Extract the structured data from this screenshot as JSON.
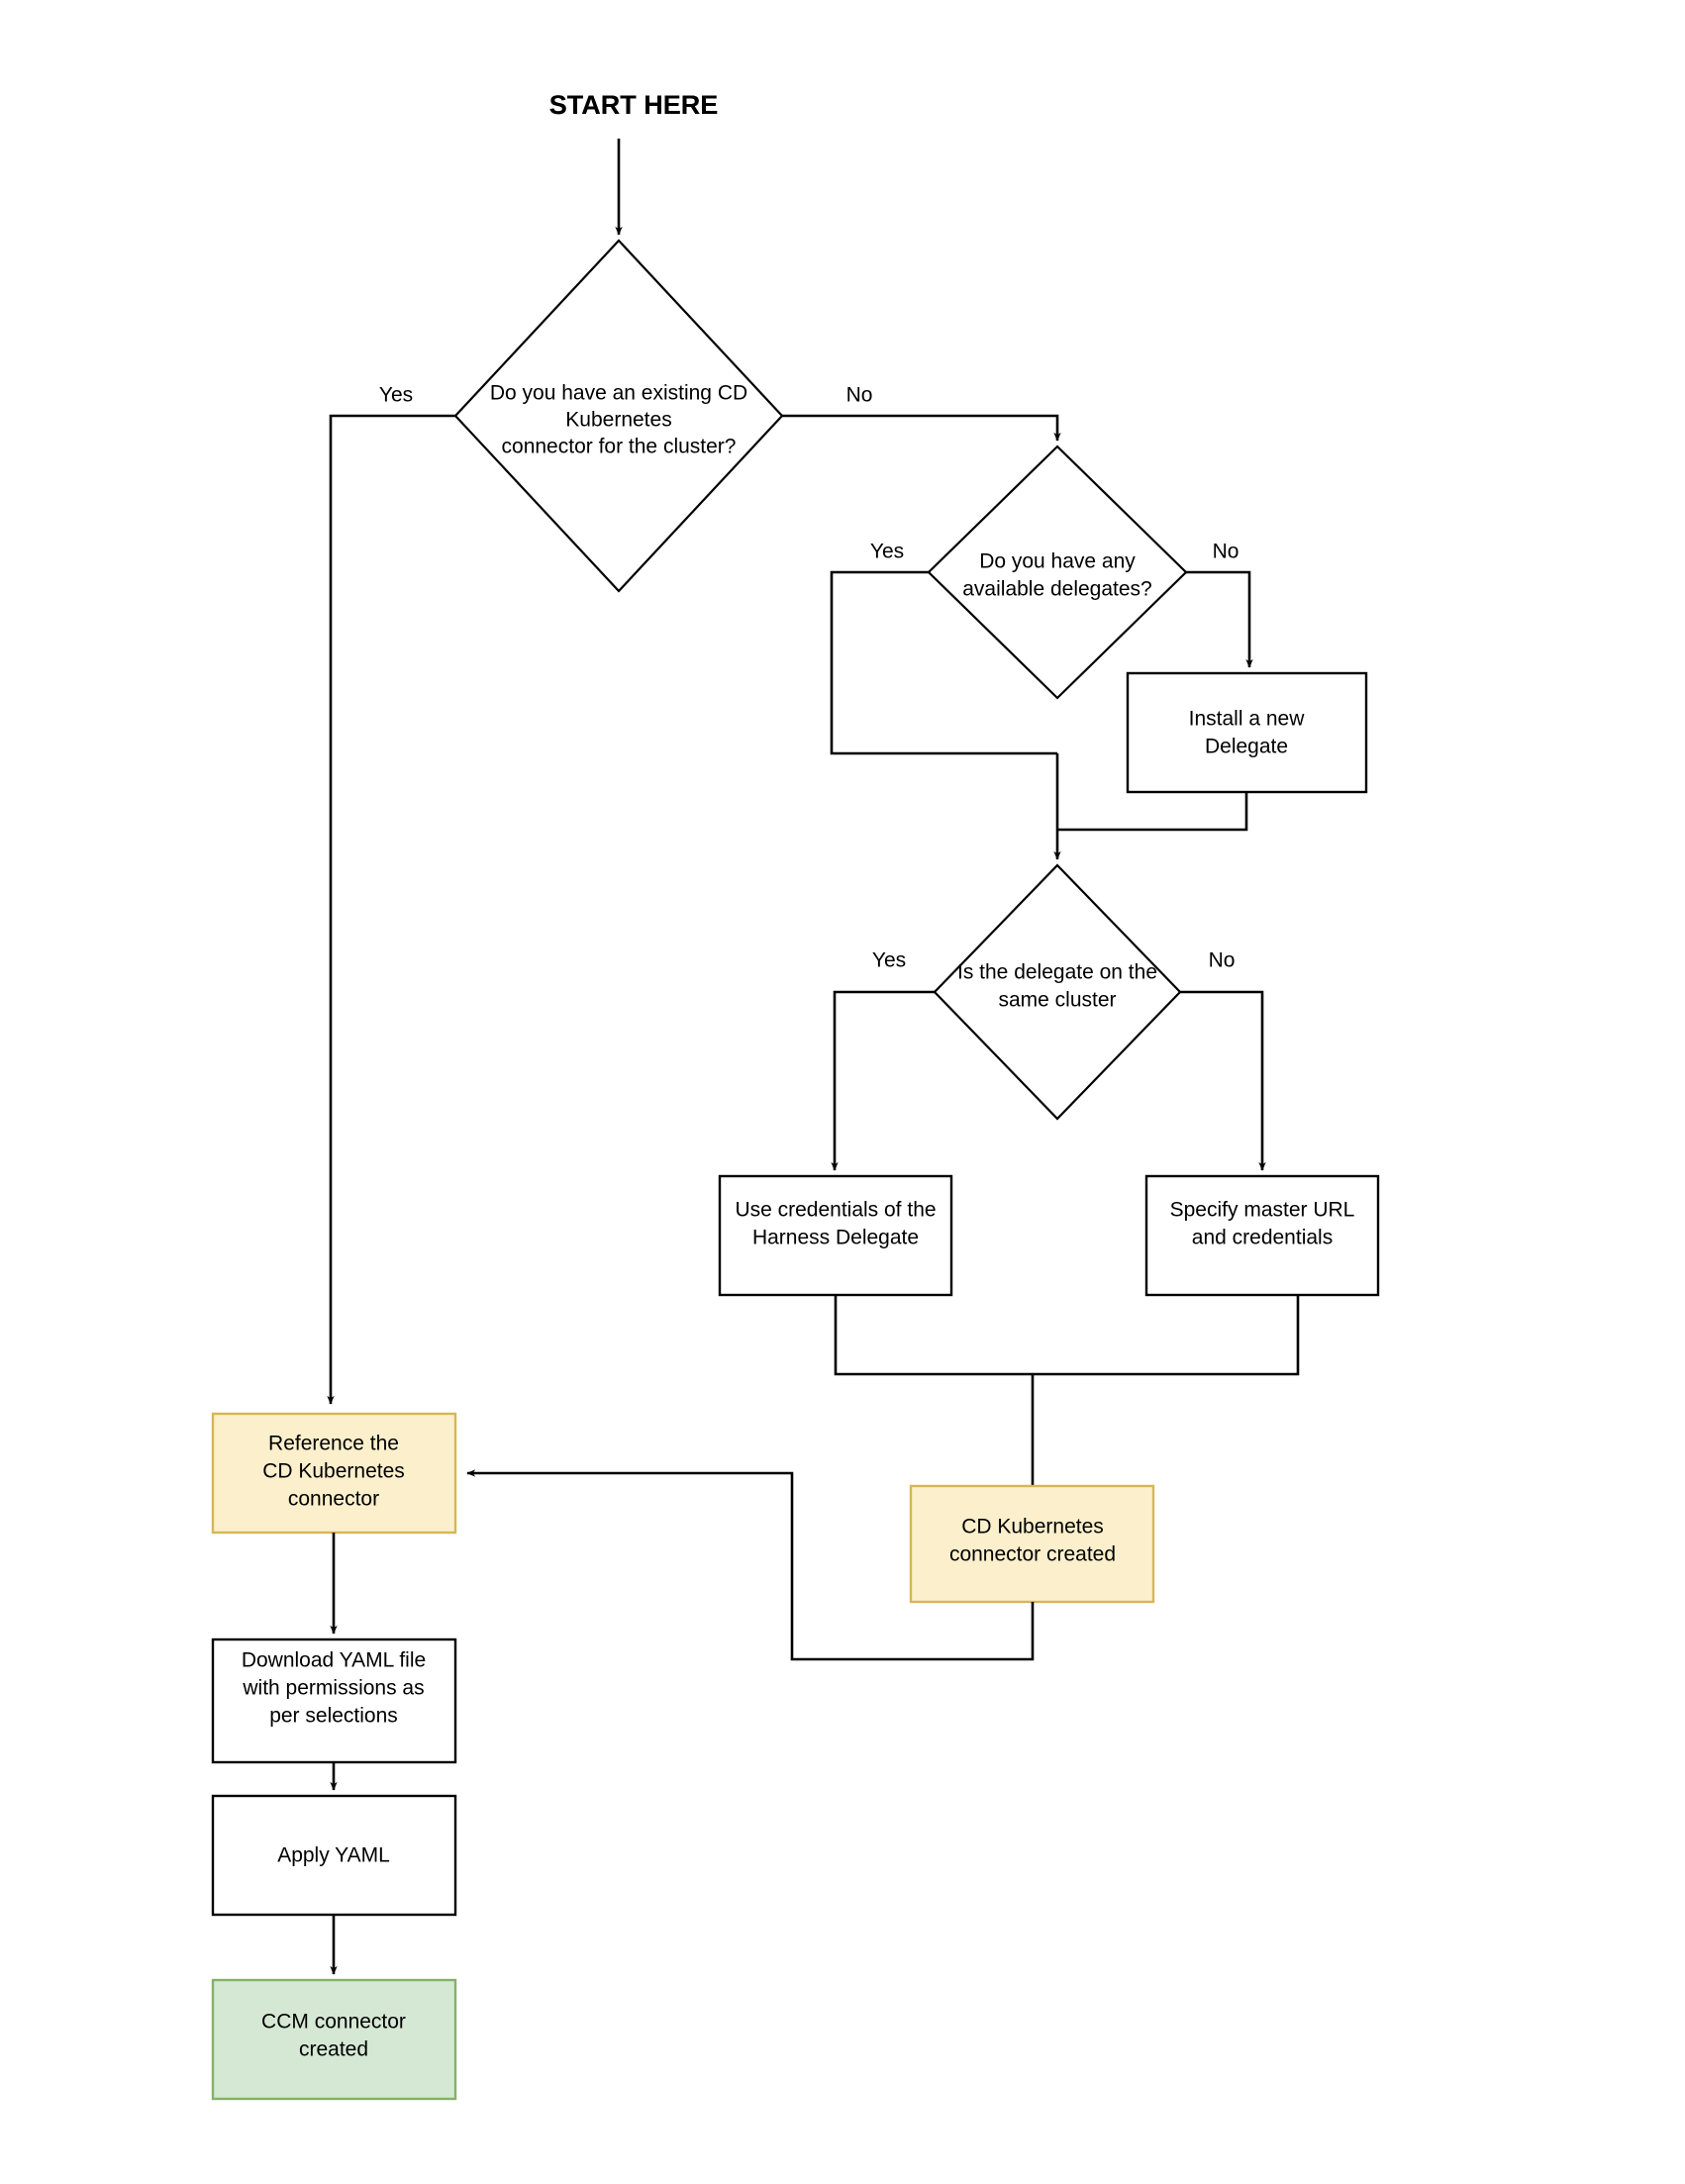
{
  "diagram": {
    "title": "START HERE",
    "colors": {
      "accent_orange_fill": "#fbefcc",
      "accent_orange_stroke": "#d6b656",
      "accent_green_fill": "#d5e8d4",
      "accent_green_stroke": "#82b366",
      "plain_fill": "#ffffff",
      "stroke": "#000000"
    },
    "nodes": [
      {
        "id": "start",
        "type": "label",
        "text": "START HERE"
      },
      {
        "id": "d1",
        "type": "decision",
        "lines": [
          "Do you have an existing CD",
          "Kubernetes",
          "connector for the cluster?"
        ]
      },
      {
        "id": "d2",
        "type": "decision",
        "lines": [
          "Do you have any",
          "available delegates?"
        ]
      },
      {
        "id": "p_install",
        "type": "process",
        "lines": [
          "Install a new",
          "Delegate"
        ]
      },
      {
        "id": "d3",
        "type": "decision",
        "lines": [
          "Is the delegate on the",
          "same cluster"
        ]
      },
      {
        "id": "p_harness_creds",
        "type": "process",
        "lines": [
          "Use credentials of the",
          "Harness Delegate"
        ]
      },
      {
        "id": "p_master_url",
        "type": "process",
        "lines": [
          "Specify master URL",
          "and credentials"
        ]
      },
      {
        "id": "p_reference",
        "type": "process-orange",
        "lines": [
          "Reference the",
          "CD Kubernetes",
          "connector"
        ]
      },
      {
        "id": "p_cd_created",
        "type": "process-orange",
        "lines": [
          "CD Kubernetes",
          "connector created"
        ]
      },
      {
        "id": "p_download_yaml",
        "type": "process",
        "lines": [
          "Download YAML file",
          "with permissions as",
          "per selections"
        ]
      },
      {
        "id": "p_apply_yaml",
        "type": "process",
        "lines": [
          "Apply YAML"
        ]
      },
      {
        "id": "p_ccm_created",
        "type": "process-green",
        "lines": [
          "CCM connector",
          "created"
        ]
      }
    ],
    "edge_labels": {
      "d1_yes": "Yes",
      "d1_no": "No",
      "d2_yes": "Yes",
      "d2_no": "No",
      "d3_yes": "Yes",
      "d3_no": "No"
    },
    "text": {
      "d1_l1": "Do you have an existing CD",
      "d1_l2": "Kubernetes",
      "d1_l3": "connector for the cluster?",
      "d2_l1": "Do you have any",
      "d2_l2": "available delegates?",
      "install_l1": "Install a new",
      "install_l2": "Delegate",
      "d3_l1": "Is the delegate on the",
      "d3_l2": "same cluster",
      "harness_l1": "Use credentials of the",
      "harness_l2": "Harness Delegate",
      "master_l1": "Specify master URL",
      "master_l2": "and credentials",
      "ref_l1": "Reference the",
      "ref_l2": "CD Kubernetes",
      "ref_l3": "connector",
      "cdcreated_l1": "CD Kubernetes",
      "cdcreated_l2": "connector created",
      "dl_l1": "Download YAML file",
      "dl_l2": "with permissions as",
      "dl_l3": "per selections",
      "apply_l1": "Apply YAML",
      "ccm_l1": "CCM connector",
      "ccm_l2": "created"
    }
  }
}
